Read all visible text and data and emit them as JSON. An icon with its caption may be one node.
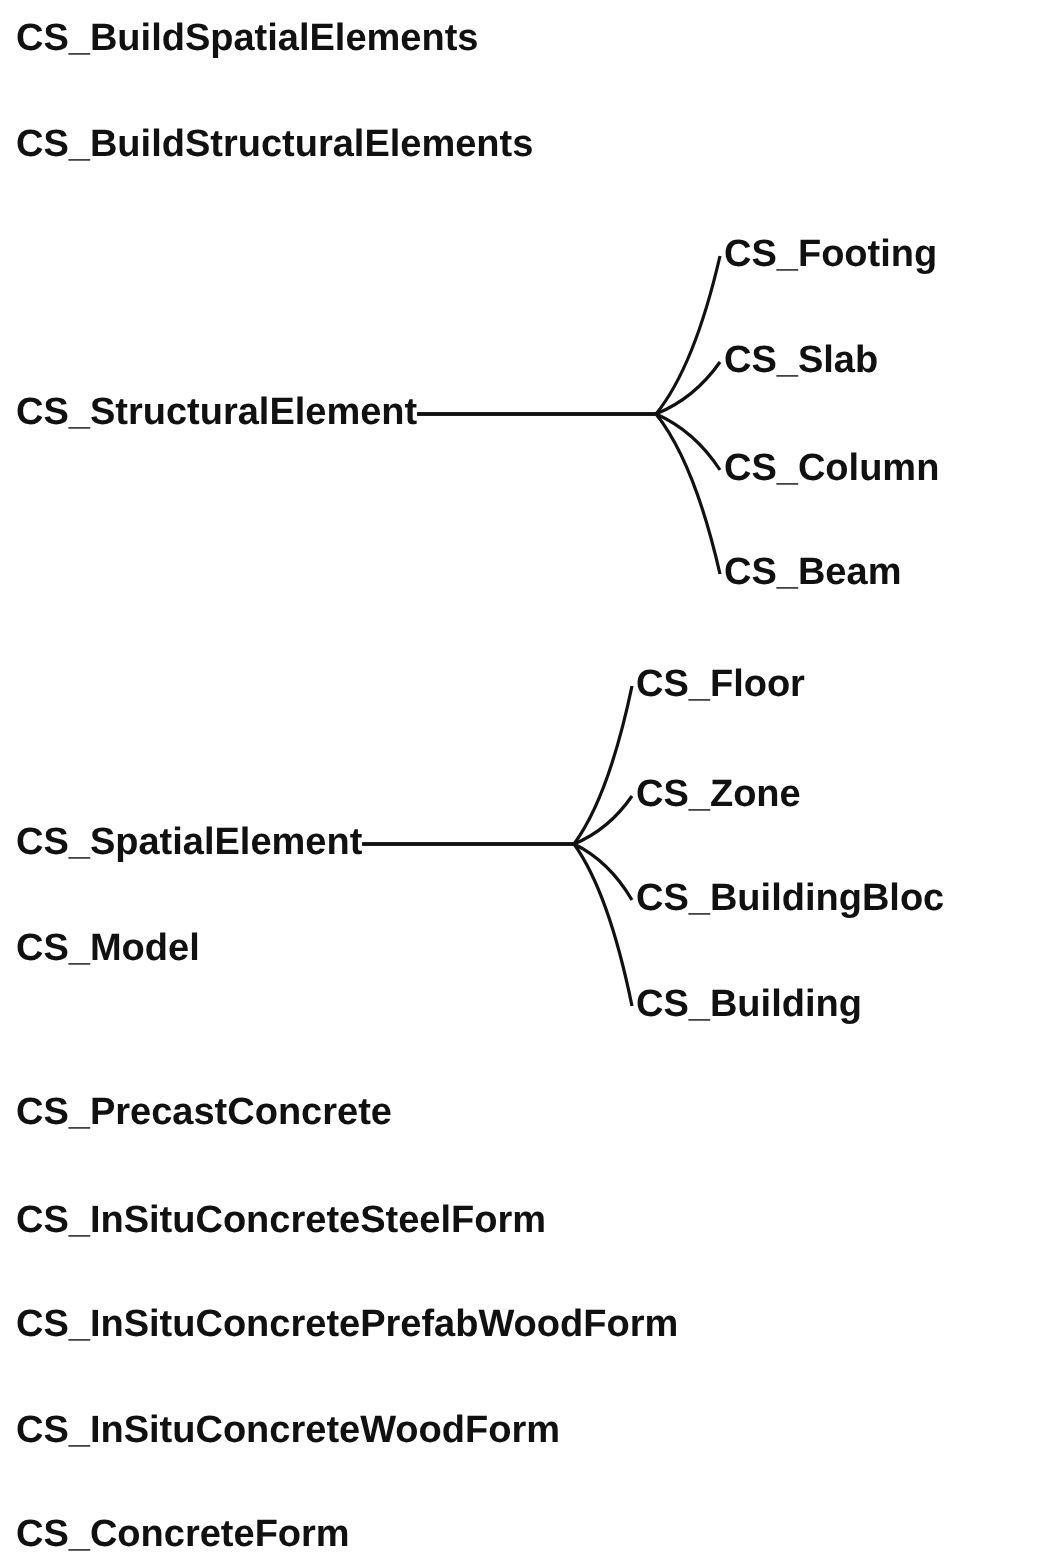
{
  "diagram": {
    "nodes": [
      {
        "text": [
          "CS_StructuralElement"
        ]
      },
      {
        "text": [
          "CS_Footing"
        ]
      },
      {
        "text": [
          "CS_Slab"
        ]
      },
      {
        "text": [
          "CS_Column"
        ]
      },
      {
        "text": [
          "CS_Beam"
        ]
      },
      {
        "text": [
          "CS_SpatialElement"
        ]
      },
      {
        "text": [
          "CS_Floor"
        ]
      },
      {
        "text": [
          "CS_Zone"
        ]
      },
      {
        "text": [
          "CS_BuildingBloc"
        ]
      },
      {
        "text": [
          "CS_Building"
        ]
      }
    ],
    "edges": [
      {
        "from": 0,
        "to": 1,
        "arrow": "none"
      },
      {
        "from": 0,
        "to": 2,
        "arrow": "none"
      },
      {
        "from": 0,
        "to": 3,
        "arrow": "none"
      },
      {
        "from": 0,
        "to": 4,
        "arrow": "none"
      },
      {
        "from": 5,
        "to": 6,
        "arrow": "none"
      },
      {
        "from": 5,
        "to": 7,
        "arrow": "none"
      },
      {
        "from": 5,
        "to": 8,
        "arrow": "none"
      },
      {
        "from": 5,
        "to": 9,
        "arrow": "none"
      }
    ],
    "labels": [
      "CS_BuildSpatialElements",
      "CS_BuildStructuralElements",
      "CS_Model",
      "CS_PrecastConcrete",
      "CS_InSituConcreteSteelForm",
      "CS_InSituConcretePrefabWoodForm",
      "CS_InSituConcreteWoodForm",
      "CS_ConcreteForm"
    ]
  }
}
